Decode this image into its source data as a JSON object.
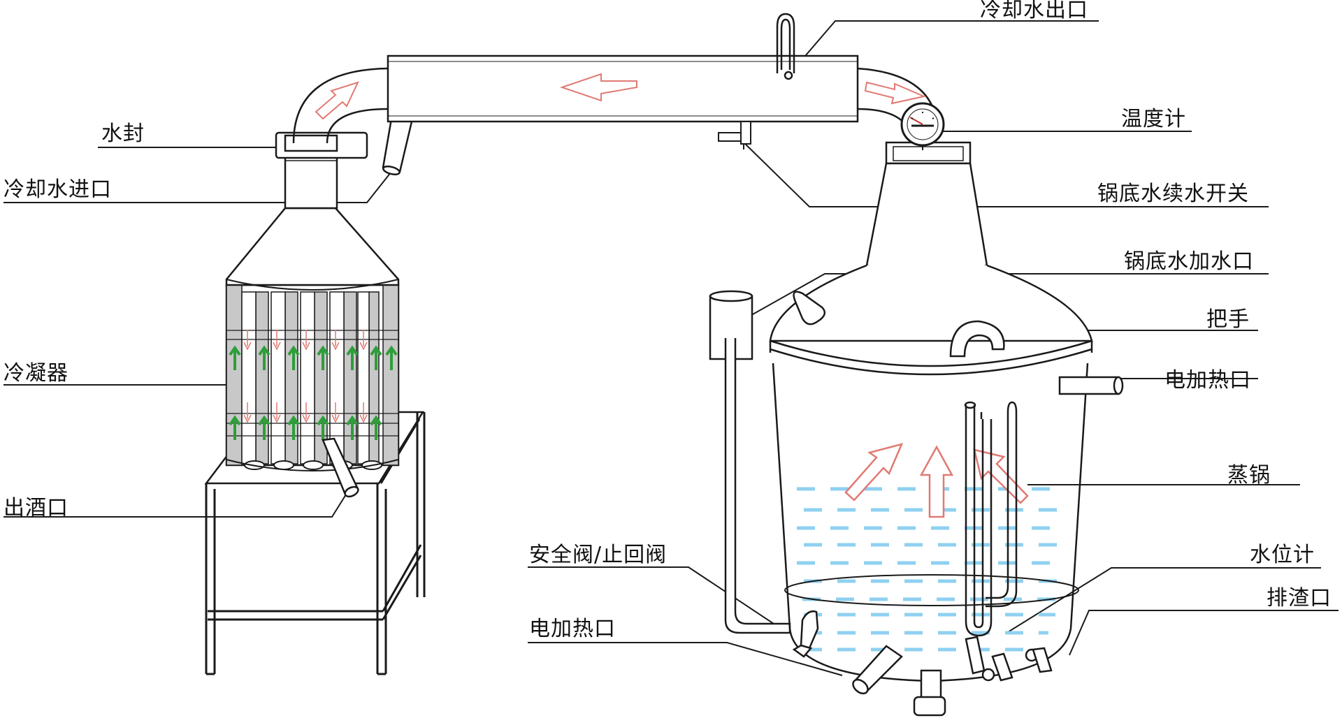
{
  "labels": {
    "cooling_water_outlet": "冷却水出口",
    "thermometer": "温度计",
    "water_seal": "水封",
    "cooling_water_inlet": "冷却水进口",
    "bottom_water_refill_switch": "锅底水续水开关",
    "bottom_water_fill_port": "锅底水加水口",
    "handle": "把手",
    "heater_port_right": "电加热口",
    "condenser": "冷凝器",
    "steam_pot": "蒸锅",
    "liquor_outlet": "出酒口",
    "safety_check_valve": "安全阀/止回阀",
    "water_level_gauge": "水位计",
    "heater_port_bottom": "电加热口",
    "slag_outlet": "排渣口"
  },
  "colors": {
    "line": "#1a1a1a",
    "flow_arrow": "#e07a72",
    "coolant_arrow": "#2e9e3a",
    "water_dash": "#8fd0f0",
    "tube_gray": "#c8c8c8"
  }
}
